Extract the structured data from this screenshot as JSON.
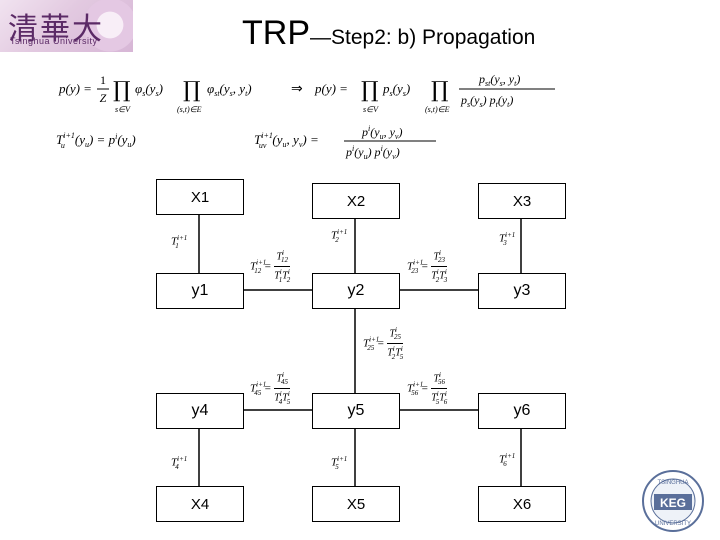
{
  "header": {
    "logo_script": "清華大學",
    "logo_sub": "Tsinghua University",
    "title_main": "TRP",
    "title_rest": "—Step2: b) Propagation"
  },
  "formulas": {
    "joint_left": "p(y) = (1/Z) ∏s∈V φs(ys) ∏(s,t)∈E φst(ys, yt)",
    "implies": "⇒",
    "joint_right": "p(y) = ∏s∈V ps(ys) ∏(s,t)∈E pst(ys, yt) / ( ps(ys) pt(yt) )",
    "Tu": "T_u^{i+1}(y_u) = p^i(y_u)",
    "Tuv": "T_uv^{i+1}(y_u, y_v) = p^i(y_u, y_v) / ( p^i(y_u) p^i(y_v) )"
  },
  "graph": {
    "x_nodes": [
      "X1",
      "X2",
      "X3",
      "X4",
      "X5",
      "X6"
    ],
    "y_nodes": [
      "y1",
      "y2",
      "y3",
      "y4",
      "y5",
      "y6"
    ],
    "unary_labels": [
      "T1i+1",
      "T2i+1",
      "T3i+1",
      "T4i+1",
      "T5i+1",
      "T6i+1"
    ],
    "pair_labels": {
      "T12": "T12i+1 = T12i / (T1i T2i)",
      "T23": "T23i+1 = T23i / (T2i T3i)",
      "T25": "T25i+1 = T25i / (T2i T5i)",
      "T45": "T45i+1 = T45i / (T4i T5i)",
      "T56": "T56i+1 = T56i / (T5i T6i)"
    }
  },
  "footer": {
    "keg_top": "TSINGHUA",
    "keg_mid": "KEG",
    "keg_bottom": "UNIVERSITY"
  }
}
